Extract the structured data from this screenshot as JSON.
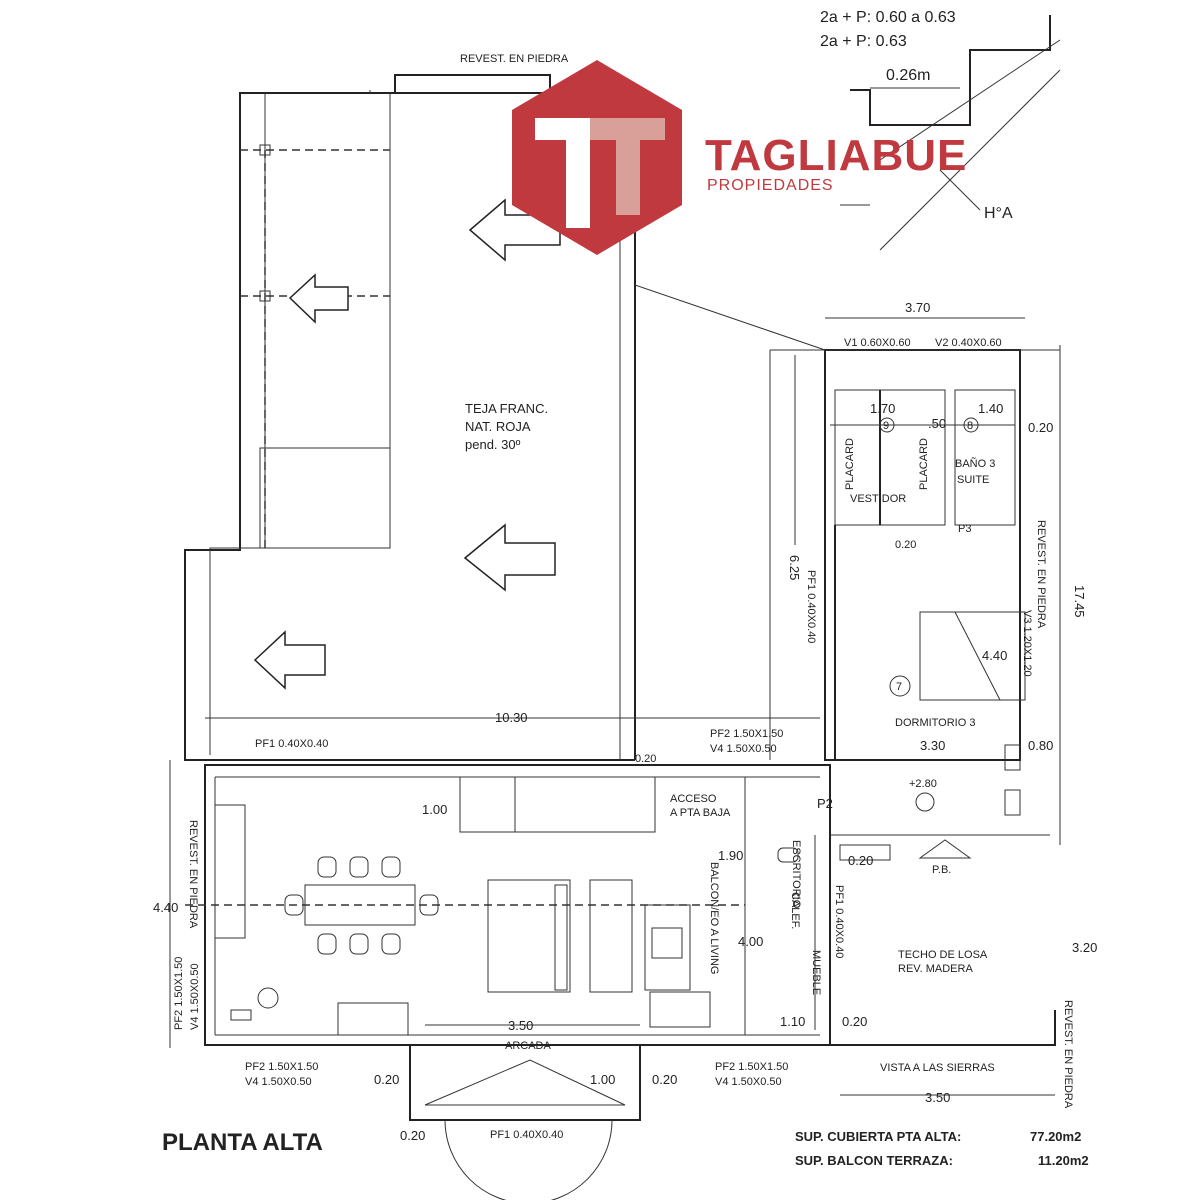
{
  "header_notes": [
    "2a + P: 0.60 a 0.63",
    "2a + P: 0.63"
  ],
  "stair_dims": [
    "0.26m",
    "H°A"
  ],
  "brand": {
    "name": "TAGLIABUE",
    "sub": "PROPIEDADES",
    "color": "#c0393f",
    "color_light": "#d9a09a"
  },
  "roof": {
    "l1": "TEJA FRANC.",
    "l2": "NAT. ROJA",
    "l3": "pend. 30º"
  },
  "top_strip": "REVEST. EN PIEDRA",
  "dims": {
    "total_w": "10.30",
    "right_w": "3.70",
    "h_625": "6.25",
    "h_1745": "17.45",
    "w_170": "1.70",
    "w_140": "1.40",
    "w_150": ".50",
    "w_020a": "0.20",
    "w_020b": "0.20",
    "w_440": "4.40",
    "w_330": "3.30",
    "w_080": "0.80",
    "level": "+2.80",
    "h_100": "1.00",
    "h_190": "1.90",
    "h_400": "4.00",
    "h_440": "4.40",
    "w_350a": "3.50",
    "w_110": "1.10",
    "w_020c": "0.20",
    "w_020d": "0.20",
    "h_320": "3.20",
    "w_350b": "3.50",
    "w_020e": "0.20",
    "w_100": "1.00",
    "w_020f": "0.20",
    "w_020g": "0.20"
  },
  "windows": {
    "v1": "V1 0.60X0.60",
    "v2": "V2 0.40X0.60",
    "pf1_top": "PF1 0.40X0.40",
    "pf2_top": "PF2 1.50X1.50",
    "v4_top": "V4 1.50X0.50",
    "pf1_vert": "PF1 0.40X0.40",
    "v3_vert": "V3 1.20X1.20",
    "pf2_left": "PF2 1.50X1.50",
    "v4_left": "V4 1.50X0.50",
    "pf2_bl": "PF2 1.50X1.50",
    "v4_bl": "V4 1.50X0.50",
    "pf2_br": "PF2 1.50X1.50",
    "v4_br": "V4 1.50X0.50",
    "pf1_bottom": "PF1 0.40X0.40",
    "pf1_mid": "PF1 0.40X0.40"
  },
  "rooms": {
    "placard1": "PLACARD",
    "placard2": "PLACARD",
    "vestidor": "VESTIDOR",
    "bano": "BAÑO 3",
    "suite": "SUITE",
    "dormitorio": "DORMITORIO 3",
    "n7": "7",
    "n8": "8",
    "n9": "9",
    "p2": "P2",
    "p3": "P3",
    "pb": "P.B.",
    "acceso1": "ACCESO",
    "acceso2": "A PTA BAJA",
    "balcon": "BALCON/EO A LIVING",
    "escritorio": "ESCRITORIO",
    "calef": "CALEF.",
    "mueble": "MUEBLE",
    "techo1": "TECHO DE LOSA",
    "techo2": "REV. MADERA",
    "arcada": "ARCADA",
    "vista": "VISTA A LAS SIERRAS",
    "revest_left": "REVEST. EN PIEDRA",
    "revest_right": "REVEST. EN PIEDRA",
    "revest_br": "REVEST. EN PIEDRA"
  },
  "title": "PLANTA ALTA",
  "summary": {
    "l1_label": "SUP. CUBIERTA PTA ALTA:",
    "l1_val": "77.20m2",
    "l2_label": "SUP. BALCON TERRAZA:",
    "l2_val": "11.20m2"
  }
}
